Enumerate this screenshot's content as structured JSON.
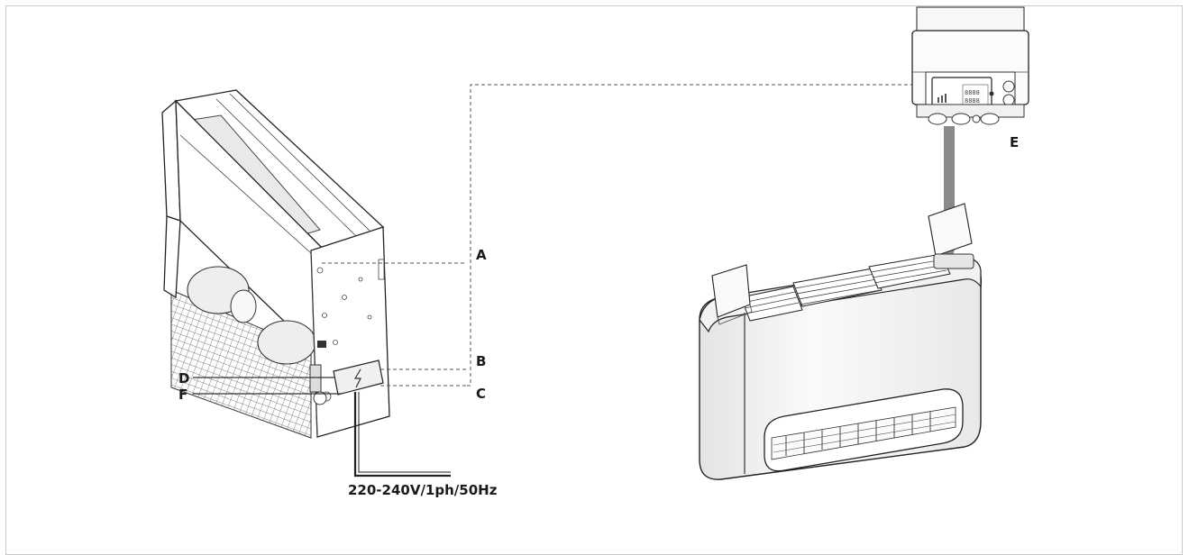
{
  "labels": {
    "a": "A",
    "b": "B",
    "c": "C",
    "d": "D",
    "e": "E",
    "f": "F"
  },
  "power_supply": "220-240V/1ph/50Hz"
}
